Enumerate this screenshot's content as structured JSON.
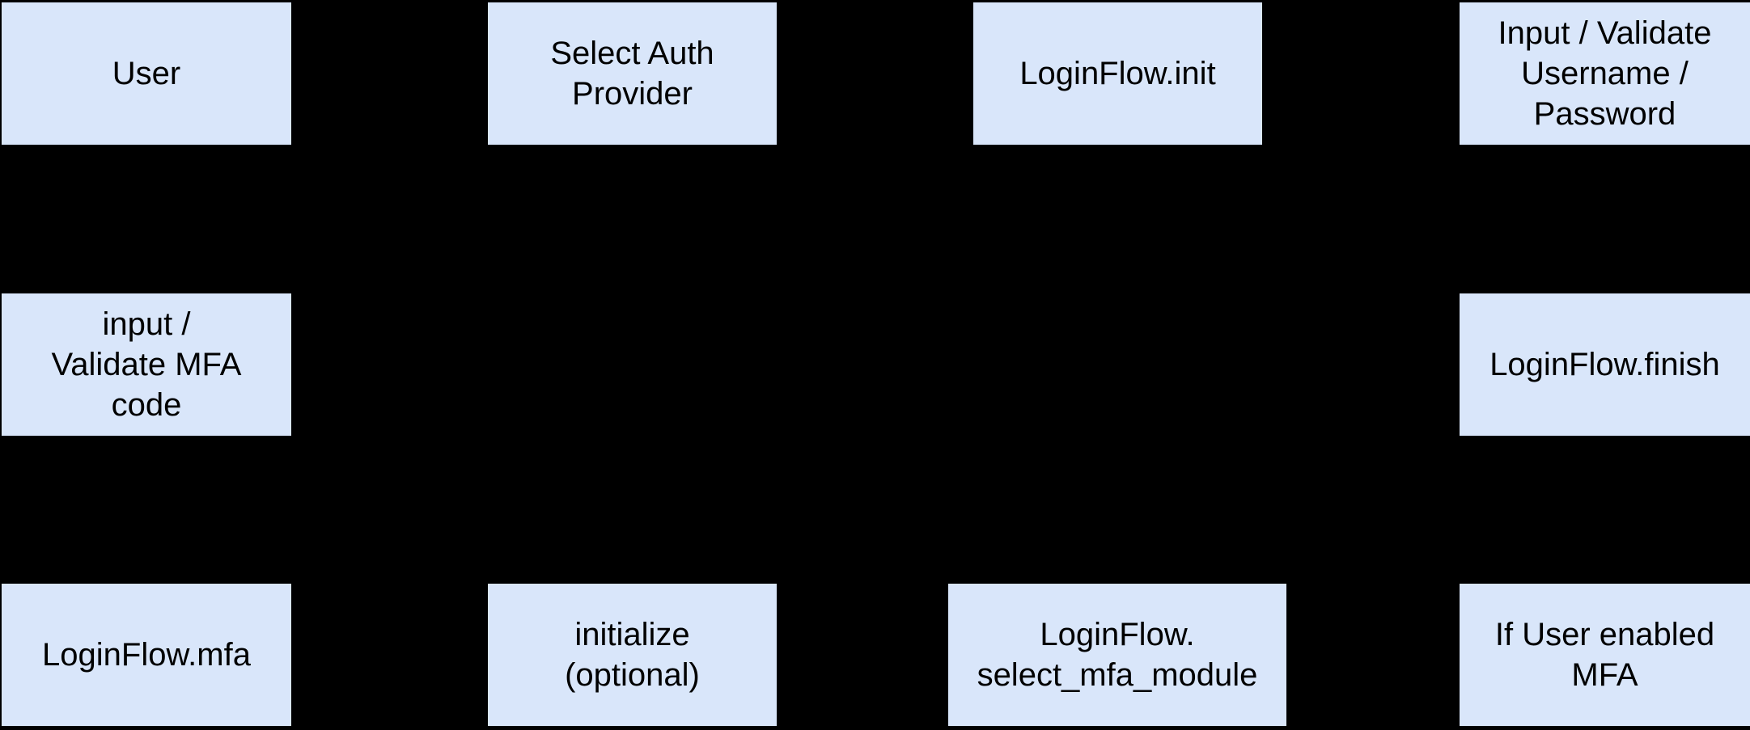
{
  "diagram": {
    "type": "flowchart",
    "background_color": "#000000",
    "node_fill_color": "#d9e6fa",
    "node_text_color": "#000000",
    "nodes": [
      {
        "id": "user",
        "label": "User"
      },
      {
        "id": "select-auth-provider",
        "label": "Select Auth\nProvider"
      },
      {
        "id": "loginflow-init",
        "label": "LoginFlow.init"
      },
      {
        "id": "input-validate-username-password",
        "label": "Input / Validate\nUsername /\nPassword"
      },
      {
        "id": "input-validate-mfa-code",
        "label": "input /\nValidate MFA\ncode"
      },
      {
        "id": "loginflow-finish",
        "label": "LoginFlow.finish"
      },
      {
        "id": "loginflow-mfa",
        "label": "LoginFlow.mfa"
      },
      {
        "id": "initialize-optional",
        "label": "initialize\n(optional)"
      },
      {
        "id": "loginflow-select-mfa-module",
        "label": "LoginFlow.\nselect_mfa_module"
      },
      {
        "id": "if-user-enabled-mfa",
        "label": "If User enabled\nMFA"
      }
    ]
  }
}
